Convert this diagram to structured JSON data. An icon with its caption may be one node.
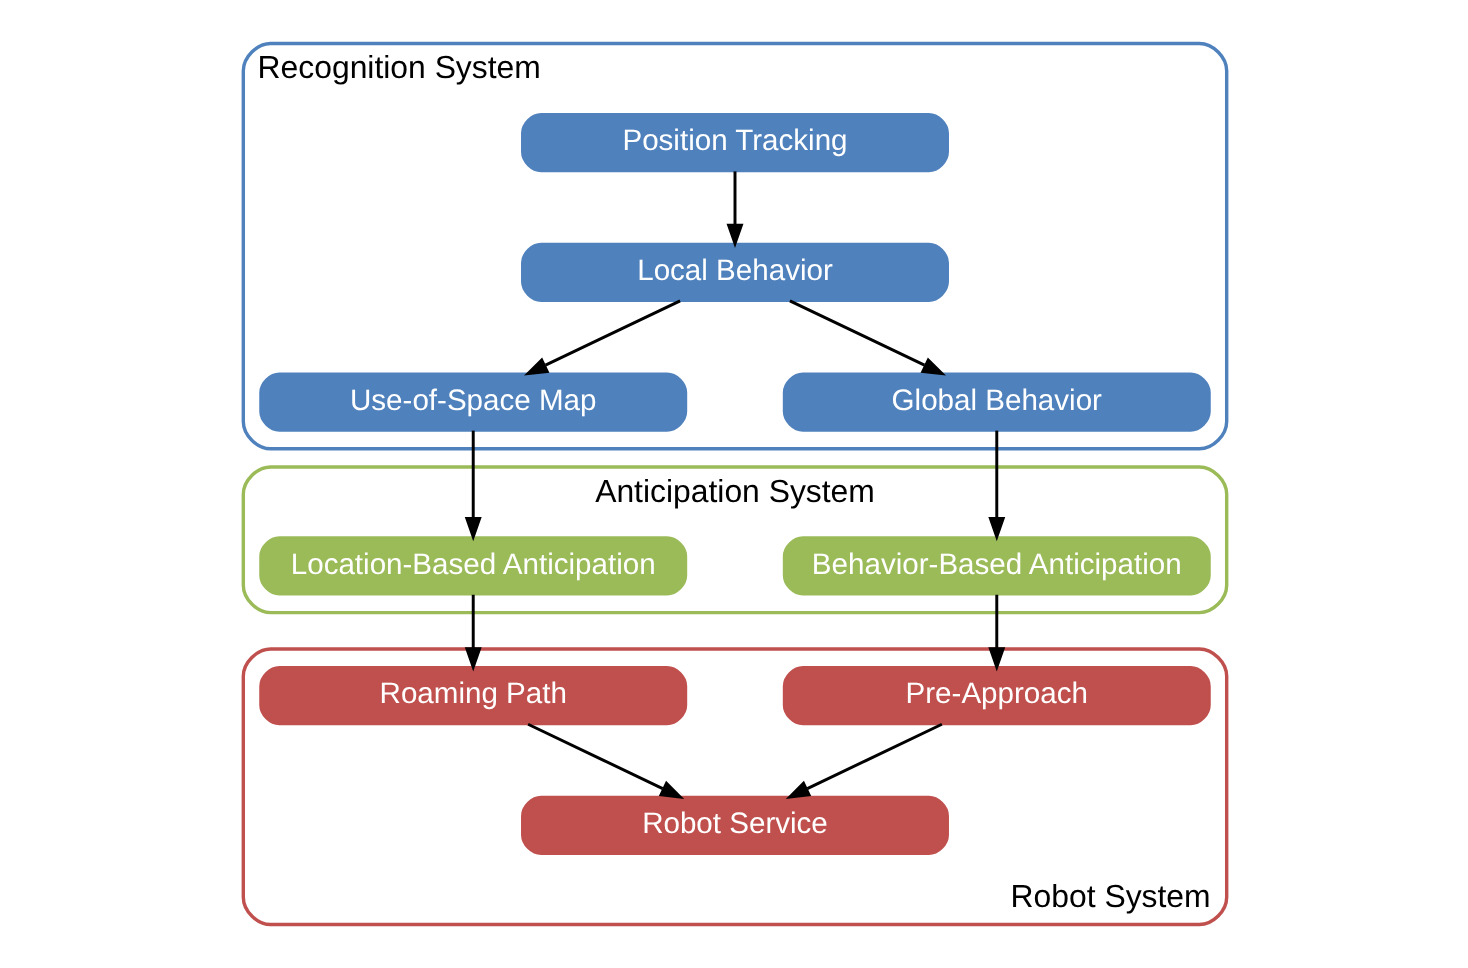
{
  "diagram": {
    "nodes": [
      {
        "text": [
          "Recognition System"
        ]
      },
      {
        "text": [
          "Position Tracking"
        ],
        "in": 0
      },
      {
        "text": [
          "Local Behavior"
        ],
        "in": 0
      },
      {
        "text": [
          "Use-of-Space Map"
        ],
        "in": 0
      },
      {
        "text": [
          "Global Behavior"
        ],
        "in": 0
      },
      {
        "text": [
          "Anticipation System"
        ]
      },
      {
        "text": [
          "Location-Based Anticipation"
        ],
        "in": 5
      },
      {
        "text": [
          "Behavior-Based Anticipation"
        ],
        "in": 5
      },
      {
        "text": [
          "Robot System"
        ]
      },
      {
        "text": [
          "Roaming Path"
        ],
        "in": 8
      },
      {
        "text": [
          "Pre-Approach"
        ],
        "in": 8
      },
      {
        "text": [
          "Robot Service"
        ],
        "in": 8
      }
    ],
    "edges": [
      {
        "from": 1,
        "to": 2,
        "arrow": "to"
      },
      {
        "from": 2,
        "to": 3,
        "arrow": "to"
      },
      {
        "from": 2,
        "to": 4,
        "arrow": "to"
      },
      {
        "from": 3,
        "to": 6,
        "arrow": "to"
      },
      {
        "from": 4,
        "to": 7,
        "arrow": "to"
      },
      {
        "from": 6,
        "to": 9,
        "arrow": "to"
      },
      {
        "from": 7,
        "to": 10,
        "arrow": "to"
      },
      {
        "from": 9,
        "to": 11,
        "arrow": "to"
      },
      {
        "from": 10,
        "to": 11,
        "arrow": "to"
      }
    ]
  }
}
